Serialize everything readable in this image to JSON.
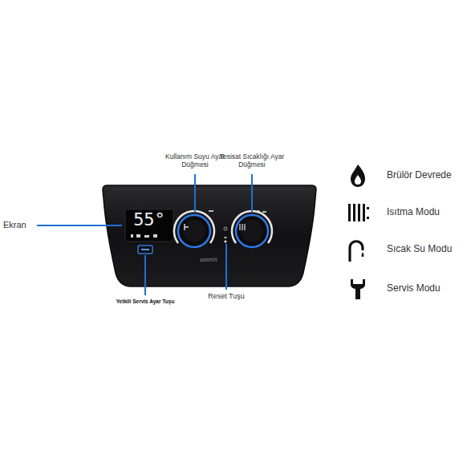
{
  "diagram": {
    "labels": [
      "Ekran",
      "Kullanım Suyu Ayar Düğmesi",
      "Tesisat Sıcaklığı Ayar Düğmesi",
      "Yetkili Servis Ayar Tuşu",
      "Reset Tuşu",
      "55°",
      "ademiX"
    ],
    "legend": [
      {
        "text": "Brülör Devrede"
      },
      {
        "text": "Isıtma Modu"
      },
      {
        "text": "Sıcak Su Modu"
      },
      {
        "text": "Servis Modu"
      }
    ]
  }
}
